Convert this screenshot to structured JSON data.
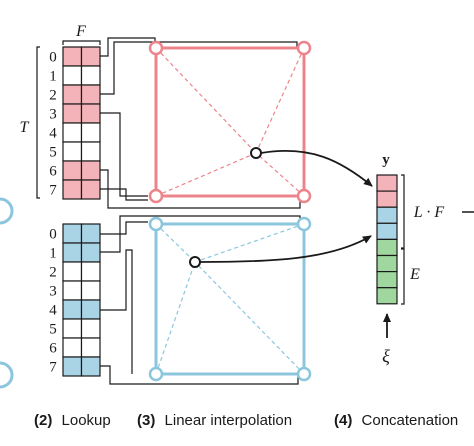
{
  "colors": {
    "red": "#ec848c",
    "red_cell": "#f4b3b8",
    "blue": "#8cc6dd",
    "blue_cell": "#a9d4e6",
    "green_cell": "#9fd79f",
    "ink": "#1a1a1a"
  },
  "lookup": {
    "feature_label": "F",
    "table_size_label": "T",
    "row_labels": [
      "0",
      "1",
      "2",
      "3",
      "4",
      "5",
      "6",
      "7"
    ],
    "top_highlighted_rows": [
      0,
      2,
      3,
      6,
      7
    ],
    "bottom_highlighted_rows": [
      0,
      1,
      4,
      7
    ]
  },
  "output": {
    "vector_label": "y",
    "upper_brace_label": "L · F",
    "lower_brace_label": "E",
    "aux_input_label": "ξ",
    "cells": [
      "red",
      "red",
      "blue",
      "blue",
      "green",
      "green",
      "green",
      "green"
    ]
  },
  "captions": [
    {
      "num": "(2)",
      "text": "Lookup"
    },
    {
      "num": "(3)",
      "text": "Linear interpolation"
    },
    {
      "num": "(4)",
      "text": "Concatenation"
    }
  ]
}
